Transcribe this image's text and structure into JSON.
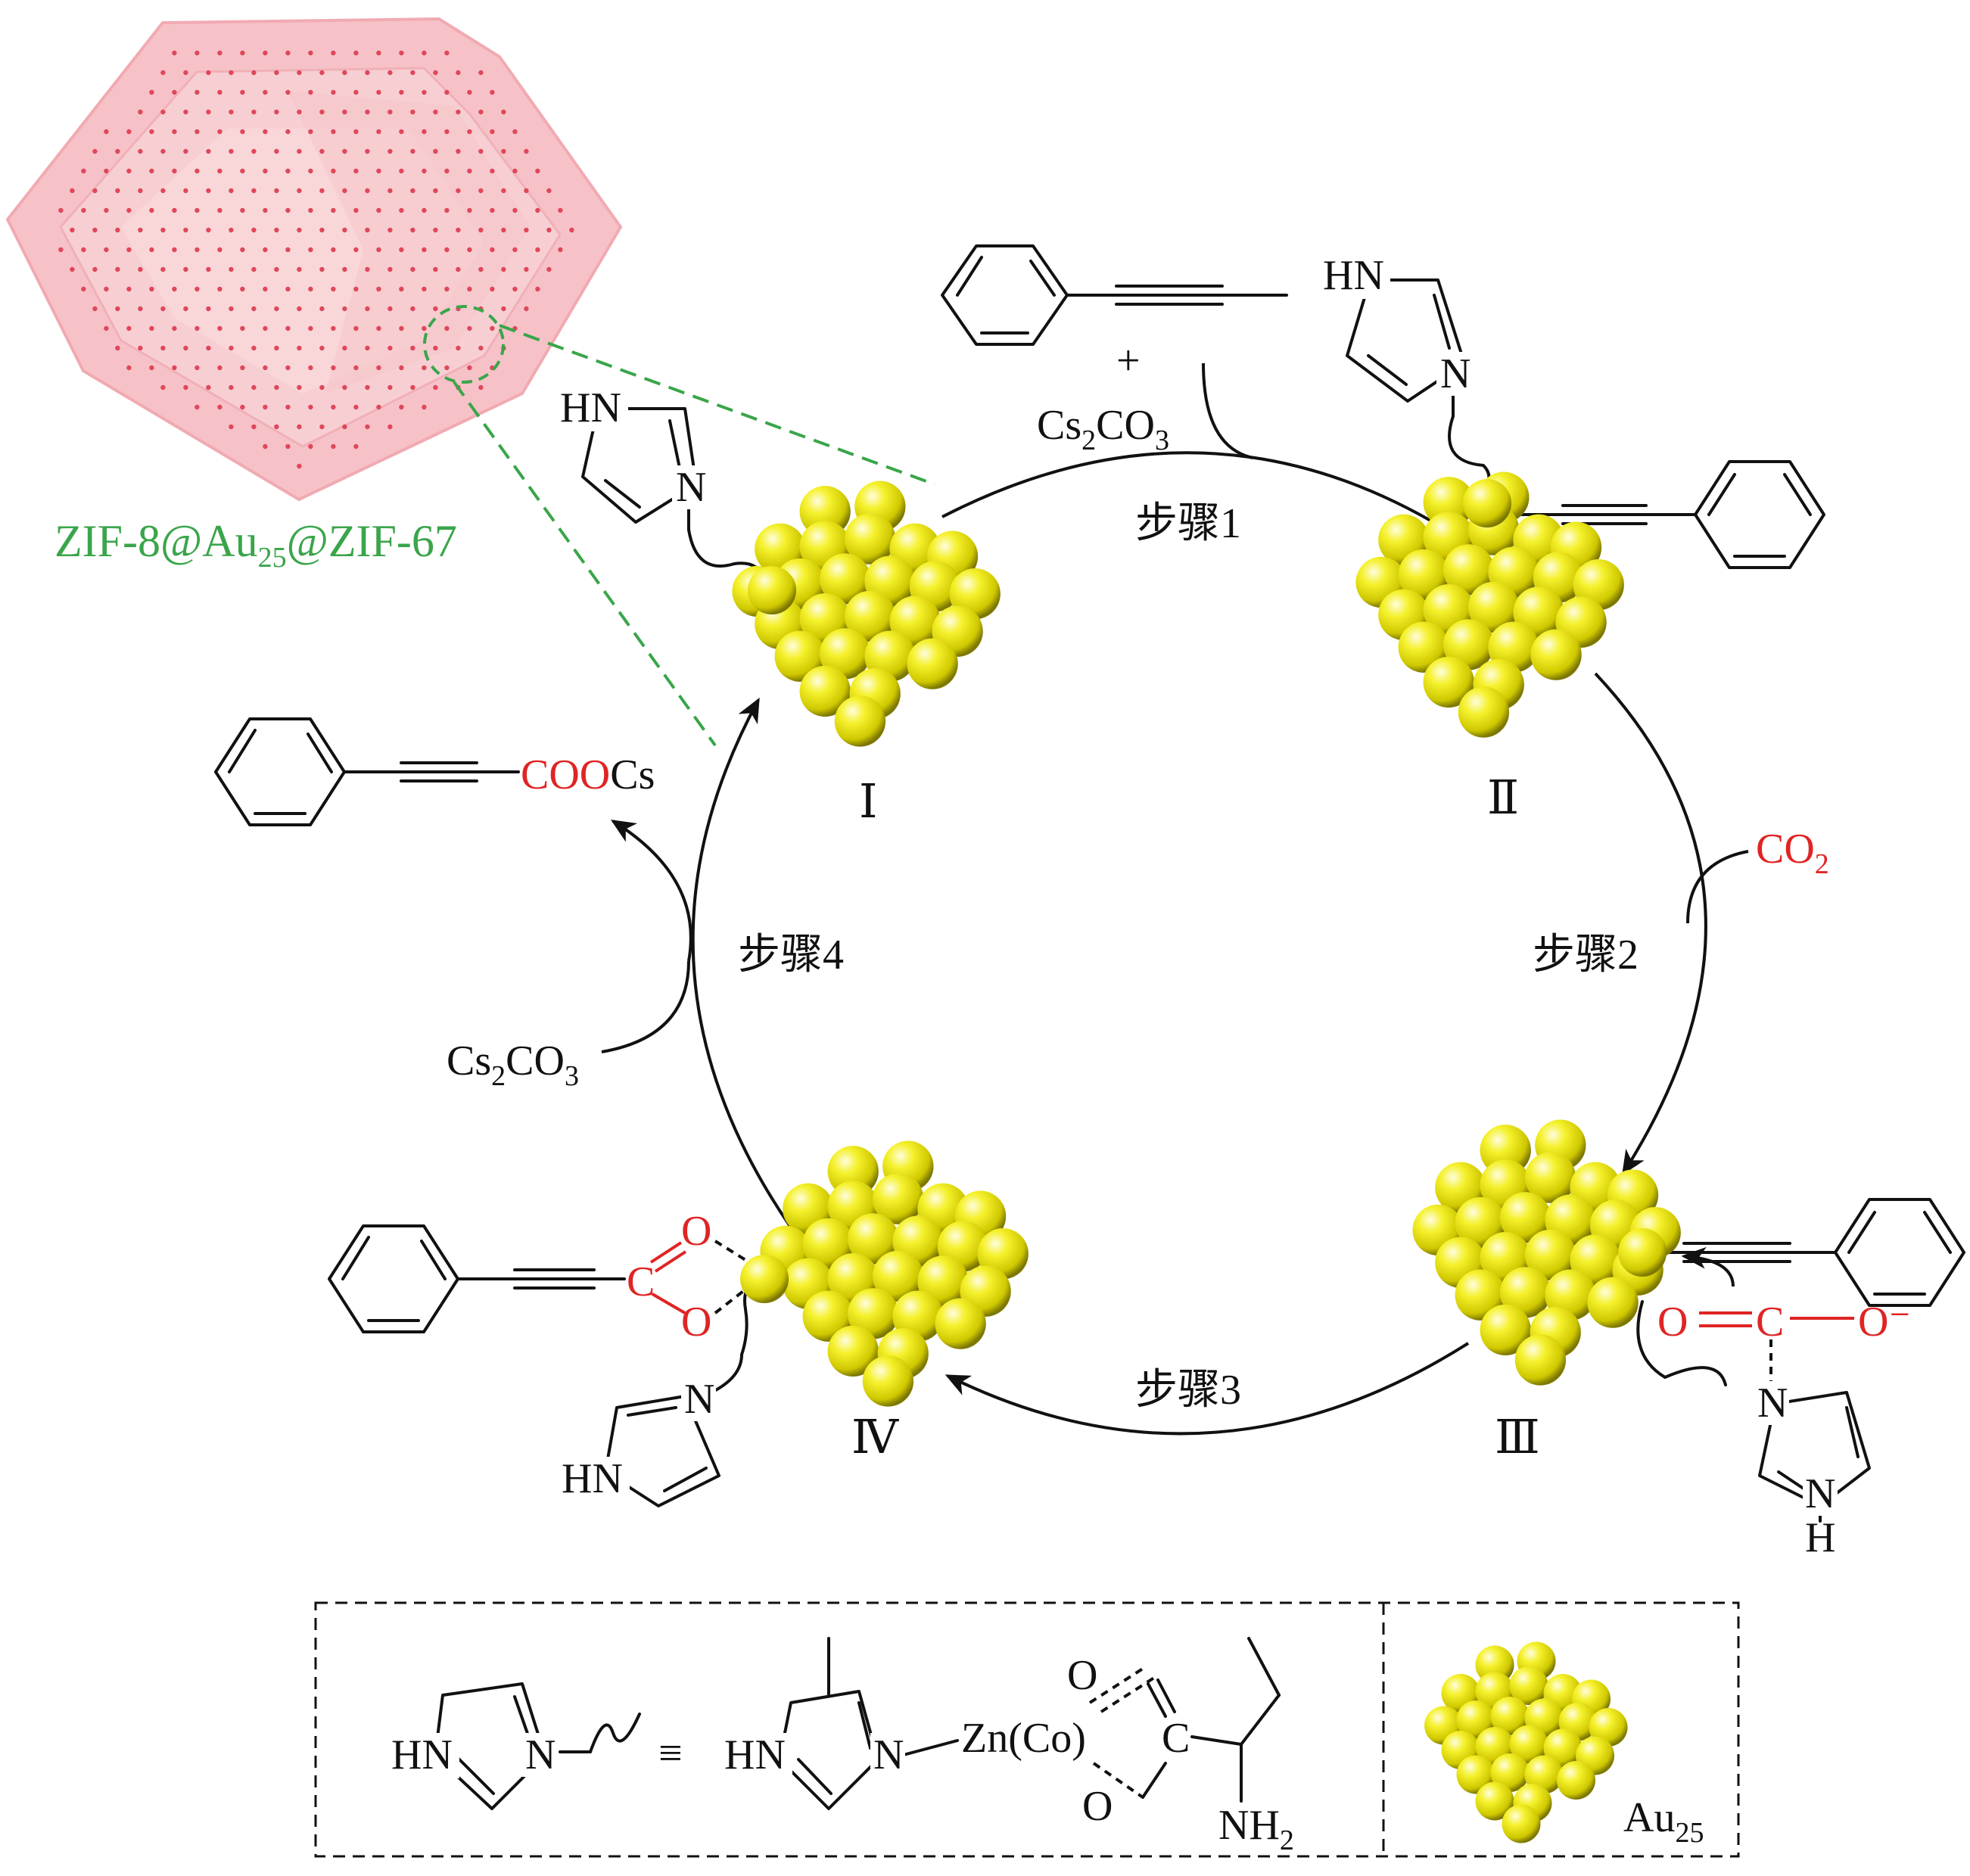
{
  "material_label": "ZIF-8@Au25@ZIF-67",
  "material_label_parts": {
    "pre": "ZIF-8@Au",
    "sub": "25",
    "post": "@ZIF-67"
  },
  "reagents": {
    "plus": "+",
    "cs2co3_top": {
      "a": "Cs",
      "s1": "2",
      "b": "CO",
      "s2": "3"
    },
    "co2": {
      "a": "CO",
      "s": "2"
    },
    "cs2co3_left": {
      "a": "Cs",
      "s1": "2",
      "b": "CO",
      "s2": "3"
    }
  },
  "steps": {
    "step1": "步骤1",
    "step2": "步骤2",
    "step3": "步骤3",
    "step4": "步骤4"
  },
  "intermediates": {
    "I": "Ⅰ",
    "II": "Ⅱ",
    "III": "Ⅲ",
    "IV": "Ⅳ"
  },
  "product": {
    "red": "COO",
    "black": "Cs"
  },
  "atoms": {
    "HN": "HN",
    "N": "N",
    "H": "H",
    "C": "C",
    "O": "O",
    "O_minus": "O⁻",
    "Zn": "Zn(Co)",
    "NH2": {
      "a": "NH",
      "s": "2"
    }
  },
  "legend": {
    "equiv": "≡",
    "au_label": {
      "a": "Au",
      "s": "25"
    }
  },
  "colors": {
    "gold": "#f2ee2a",
    "gold_dark": "#8f8a00",
    "red_text": "#e02424",
    "green_dash": "#3aa54a",
    "zif_pink": "#f6b8bf",
    "zif_dot": "#e0475a"
  }
}
